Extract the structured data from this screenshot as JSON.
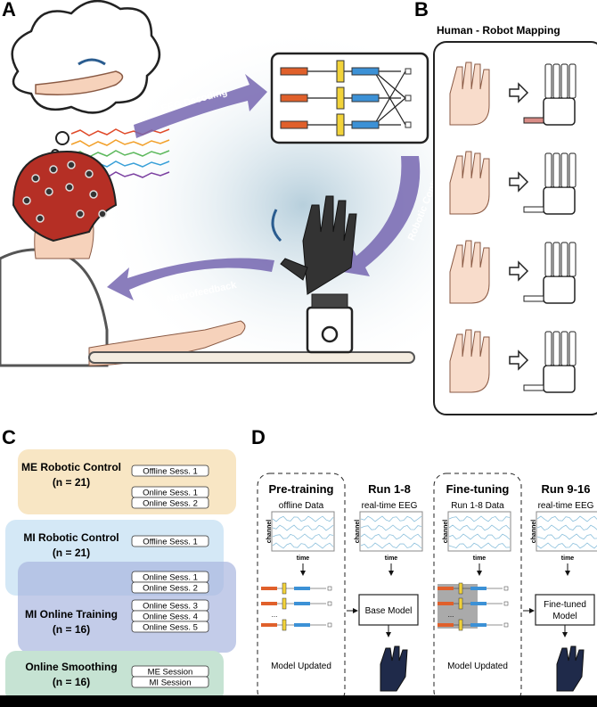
{
  "panels": {
    "a": {
      "letter": "A",
      "arrows": [
        "EEG Decoding",
        "Robotic Control",
        "Neurofeedback"
      ]
    },
    "b": {
      "letter": "B",
      "title": "Human - Robot Mapping"
    },
    "c": {
      "letter": "C",
      "groups": [
        {
          "title": "ME Robotic Control",
          "n": "(n = 21)",
          "color": "#f8e6c4",
          "sessions": [
            "Offline Sess. 1",
            "Online Sess. 1",
            "Online Sess. 2"
          ]
        },
        {
          "title": "MI Robotic Control",
          "n": "(n = 21)",
          "color": "#cfe6f5",
          "sessions": [
            "Offline Sess. 1",
            "Online Sess. 1",
            "Online Sess. 2"
          ]
        },
        {
          "title": "MI Online Training",
          "n": "(n = 16)",
          "color": "#b9c3e4",
          "sessions": [
            "Online Sess. 3",
            "Online Sess. 4",
            "Online Sess. 5"
          ]
        },
        {
          "title": "Online Smoothing",
          "n": "(n = 16)",
          "color": "#c6e3d3",
          "sessions": [
            "ME Session",
            "MI Session"
          ]
        }
      ]
    },
    "d": {
      "letter": "D",
      "stages": [
        {
          "title": "Pre-training",
          "data": "offline Data",
          "footer": "Model Updated"
        },
        {
          "title": "Run 1-8",
          "data": "real-time EEG",
          "model": "Base Model"
        },
        {
          "title": "Fine-tuning",
          "data": "Run 1-8 Data",
          "footer": "Model Updated"
        },
        {
          "title": "Run 9-16",
          "data": "real-time EEG",
          "model": "Fine-tuned Model",
          "model_l1": "Fine-tuned",
          "model_l2": "Model"
        }
      ],
      "axis_y": "channel",
      "axis_x": "time",
      "ellipsis": "..."
    }
  }
}
